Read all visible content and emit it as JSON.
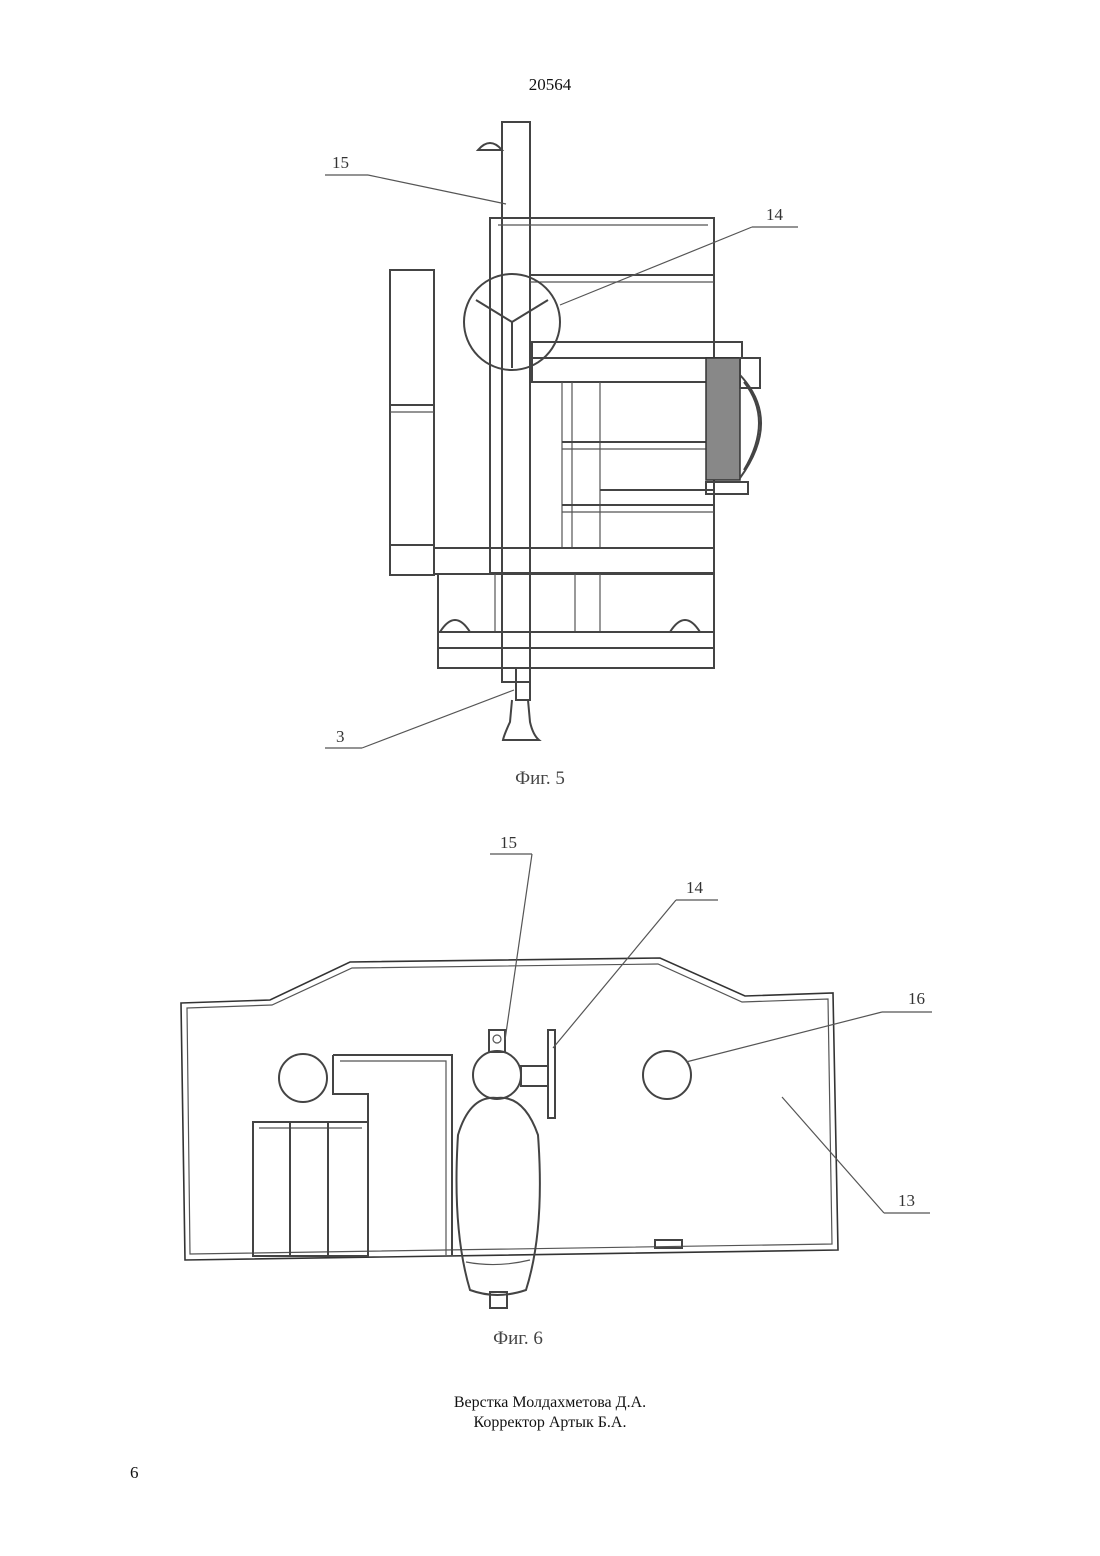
{
  "header": {
    "patent_number": "20564"
  },
  "figures": [
    {
      "caption": "Фиг. 5",
      "labels": [
        "15",
        "14",
        "3"
      ]
    },
    {
      "caption": "Фиг. 6",
      "labels": [
        "15",
        "14",
        "16",
        "13"
      ]
    }
  ],
  "footer": {
    "layout_credit": "Верстка Молдахметова Д.А.",
    "corrector_credit": "Корректор Артык Б.А.",
    "page_number": "6"
  },
  "colors": {
    "line": "#444444",
    "background": "#ffffff"
  }
}
